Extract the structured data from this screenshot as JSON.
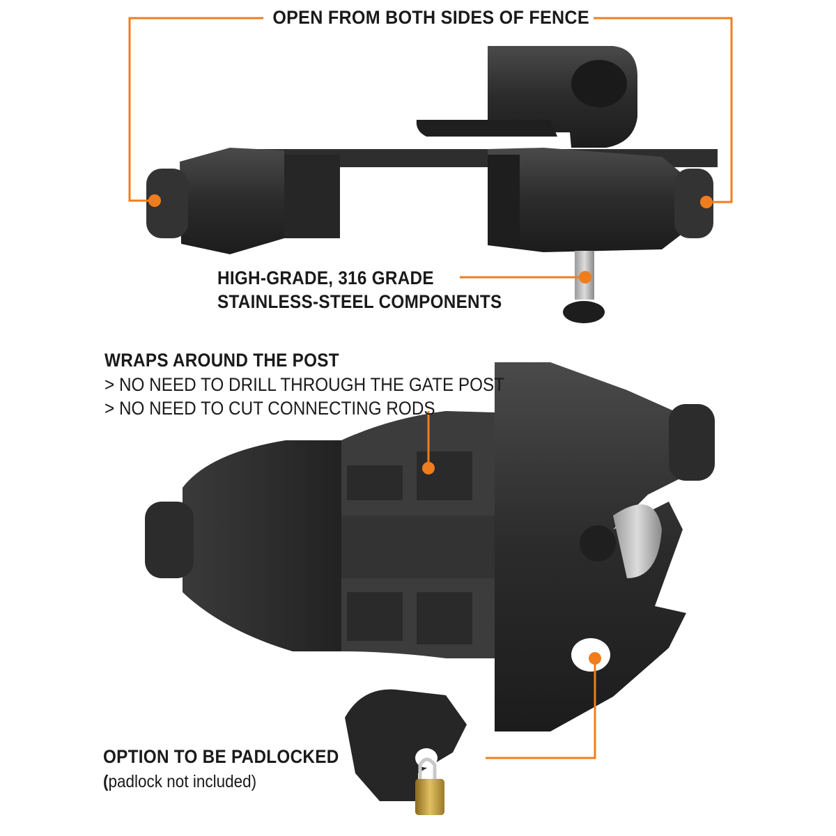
{
  "callouts": {
    "top_heading": "OPEN FROM BOTH SIDES OF FENCE",
    "steel_line1": "HIGH-GRADE, 316 GRADE",
    "steel_line2": "STAINLESS-STEEL COMPONENTS",
    "wrap_heading": "WRAPS AROUND THE POST",
    "wrap_point1": "> NO NEED TO DRILL THROUGH THE GATE POST",
    "wrap_point2": "> NO NEED TO CUT CONNECTING RODS",
    "padlock_heading": "OPTION TO BE PADLOCKED",
    "padlock_note_paren": "(",
    "padlock_note_rest": "padlock not included)"
  },
  "colors": {
    "accent": "#f07d1c",
    "product": "#2a2a2a",
    "product_light": "#3d3d3d",
    "text": "#1a1a1a"
  },
  "icons": {
    "callout_dot": "orange-dot-marker"
  }
}
